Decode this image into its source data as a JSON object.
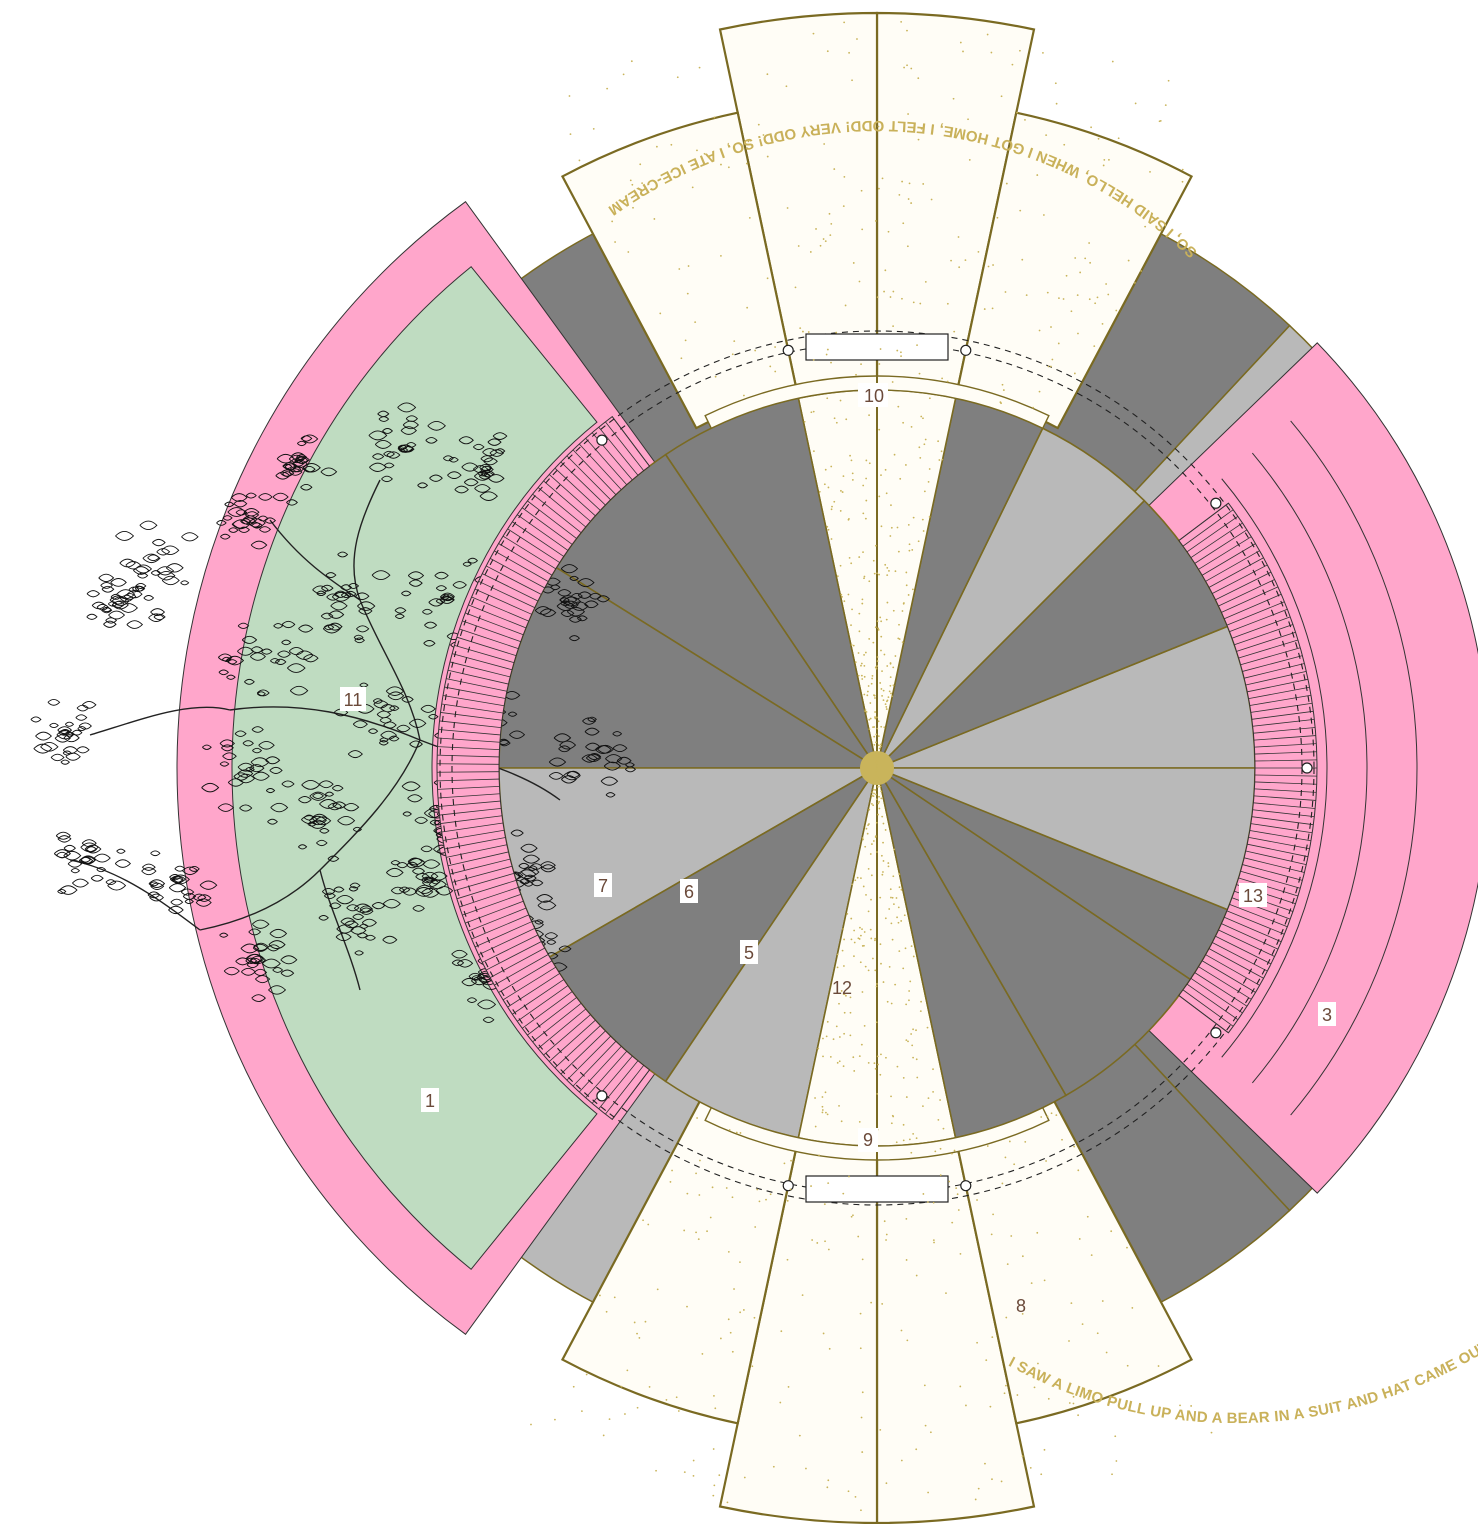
{
  "colors": {
    "dark": "#7f7f7f",
    "light": "#b9b9b9",
    "pink": "#ffa6cb",
    "green": "#bfdcc1",
    "gold": "#c9b45b",
    "gold_line": "#7a6a22",
    "sand": "#fffdf6",
    "label_text": "#6b4a3a"
  },
  "labels": {
    "l1": "1",
    "l3": "3",
    "l5": "5",
    "l6": "6",
    "l7": "7",
    "l8": "8",
    "l9": "9",
    "l10": "10",
    "l11": "11",
    "l12": "12",
    "l13": "13"
  },
  "texts": {
    "top_path_text": "SO, I SAID HELLO, WHEN I GOT HOME, I FELT ODD! VERY ODD! SO, I ATE ICE-CREAM",
    "bottom_path_text": "I SAW A LIMO PULL UP AND A BEAR IN A SUIT AND HAT CAME OUT TO GET HIS PIZZA FOR DINNER. THEN I GOT A PIZZA AND SAW A CROWD"
  },
  "icons": {
    "tree": "tree-illustration",
    "hub": "center-hub"
  }
}
